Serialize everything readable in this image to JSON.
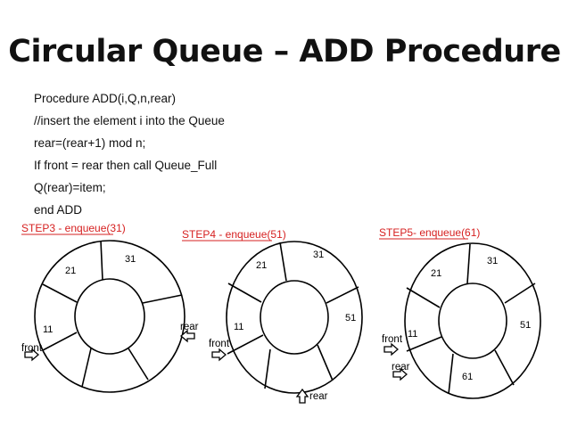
{
  "title": "Circular Queue – ADD Procedure",
  "procedure": [
    "Procedure ADD(i,Q,n,rear)",
    "//insert the element i into the Queue",
    "rear=(rear+1) mod n;",
    "If front = rear then call Queue_Full",
    "Q(rear)=item;",
    "end ADD"
  ],
  "colors": {
    "step_label": "#d62020",
    "ring_stroke": "#000000"
  },
  "steps": [
    {
      "label": "STEP3 - enqueue(31)",
      "slot_values": [
        "31",
        "21",
        "11"
      ],
      "front_label": "front",
      "rear_label": "rear"
    },
    {
      "label": "STEP4 - enqueue(51)",
      "slot_values": [
        "31",
        "51",
        "21",
        "11"
      ],
      "front_label": "front",
      "rear_label": "rear"
    },
    {
      "label": "STEP5- enqueue(61)",
      "slot_values": [
        "31",
        "51",
        "61",
        "21",
        "11"
      ],
      "front_label": "front",
      "rear_label": "rear"
    }
  ]
}
